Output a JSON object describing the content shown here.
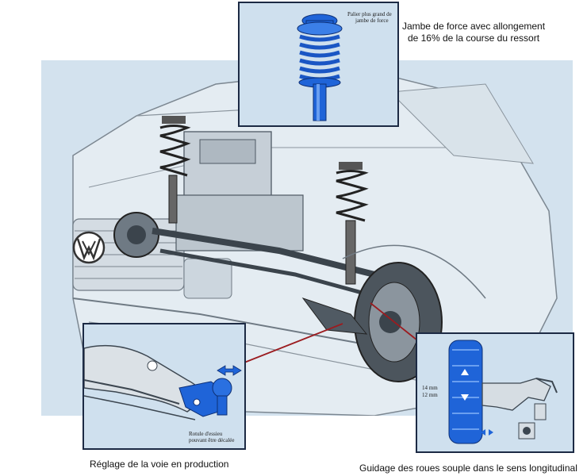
{
  "captions": {
    "top_right": [
      "Jambe de force avec allongement",
      "de 16% de la course du ressort"
    ],
    "bottom_left": "Réglage de la voie en production",
    "bottom_right": "Guidage des roues souple dans le sens longitudinal"
  },
  "inset_labels": {
    "strut": [
      "Palier plus grand de",
      "jambe de force"
    ],
    "balljoint": [
      "Rotule d'essieu",
      "pouvant être décalée"
    ],
    "wheel_14": "14 mm",
    "wheel_12": "12 mm"
  },
  "colors": {
    "panel_bg": "#d3e2ee",
    "part_blue": "#1f64d8",
    "callout_red": "#9b1c20",
    "frame": "#1c2a44"
  }
}
